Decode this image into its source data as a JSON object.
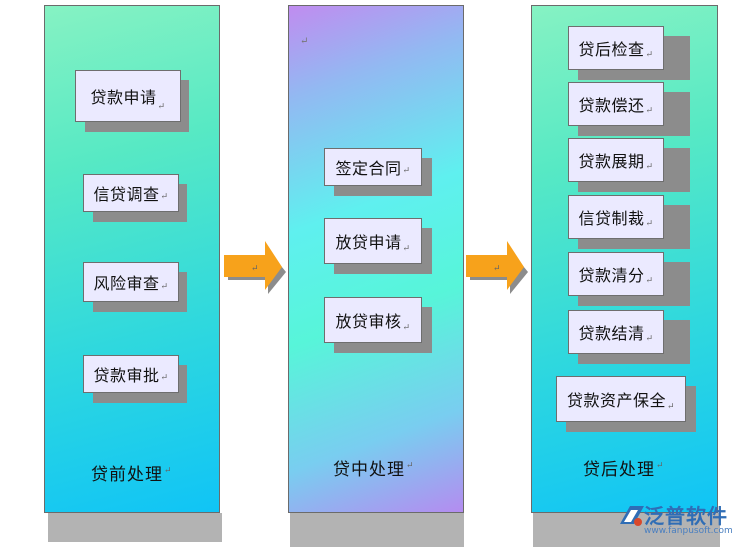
{
  "stages": [
    {
      "label": "贷前处理",
      "steps": [
        "贷款申请",
        "信贷调查",
        "风险审查",
        "贷款审批"
      ]
    },
    {
      "label": "贷中处理",
      "steps": [
        "签定合同",
        "放贷申请",
        "放贷审核"
      ]
    },
    {
      "label": "贷后处理",
      "steps": [
        "贷后检查",
        "贷款偿还",
        "贷款展期",
        "信贷制裁",
        "贷款清分",
        "贷款结清",
        "贷款资产保全"
      ]
    }
  ],
  "logo": {
    "name": "泛普软件",
    "url": "www.fanpusoft.com"
  },
  "colors": {
    "arrow": "#f7a21b",
    "box": "#ebeaff",
    "logo": "#2f6db5"
  }
}
